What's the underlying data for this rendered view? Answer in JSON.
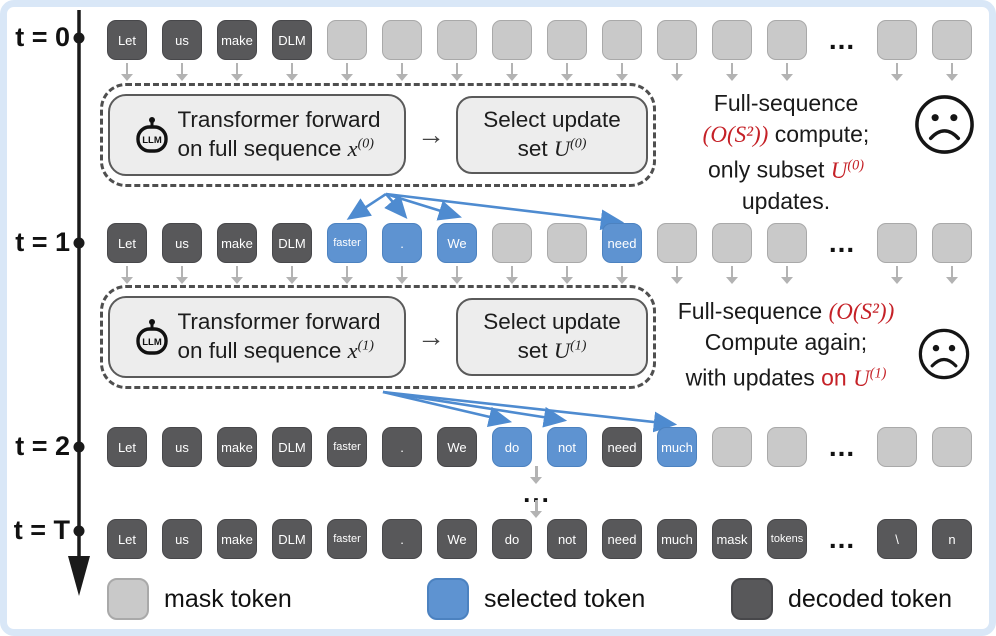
{
  "colors": {
    "decoded_token": "#58585a",
    "mask_token": "#c9c9c9",
    "selected_token": "#5e93d1",
    "accent_red": "#c52127",
    "arrow_blue": "#4e8bd0",
    "frame_blue": "#d9e7f7"
  },
  "timeline": {
    "labels": [
      "t = 0",
      "t = 1",
      "t = 2",
      "t = T"
    ]
  },
  "between_ellipsis": "...",
  "rows": [
    {
      "tokens": [
        {
          "t": "Let",
          "type": "decoded"
        },
        {
          "t": "us",
          "type": "decoded"
        },
        {
          "t": "make",
          "type": "decoded"
        },
        {
          "t": "DLM",
          "type": "decoded"
        },
        {
          "t": "",
          "type": "mask"
        },
        {
          "t": "",
          "type": "mask"
        },
        {
          "t": "",
          "type": "mask"
        },
        {
          "t": "",
          "type": "mask"
        },
        {
          "t": "",
          "type": "mask"
        },
        {
          "t": "",
          "type": "mask"
        },
        {
          "t": "",
          "type": "mask"
        },
        {
          "t": "",
          "type": "mask"
        },
        {
          "t": "",
          "type": "mask"
        },
        {
          "t": "...",
          "type": "ellipsis"
        },
        {
          "t": "",
          "type": "mask"
        },
        {
          "t": "",
          "type": "mask"
        }
      ]
    },
    {
      "tokens": [
        {
          "t": "Let",
          "type": "decoded"
        },
        {
          "t": "us",
          "type": "decoded"
        },
        {
          "t": "make",
          "type": "decoded"
        },
        {
          "t": "DLM",
          "type": "decoded"
        },
        {
          "t": "faster",
          "type": "selected"
        },
        {
          "t": ".",
          "type": "selected"
        },
        {
          "t": "We",
          "type": "selected"
        },
        {
          "t": "",
          "type": "mask"
        },
        {
          "t": "",
          "type": "mask"
        },
        {
          "t": "need",
          "type": "selected"
        },
        {
          "t": "",
          "type": "mask"
        },
        {
          "t": "",
          "type": "mask"
        },
        {
          "t": "",
          "type": "mask"
        },
        {
          "t": "...",
          "type": "ellipsis"
        },
        {
          "t": "",
          "type": "mask"
        },
        {
          "t": "",
          "type": "mask"
        }
      ]
    },
    {
      "tokens": [
        {
          "t": "Let",
          "type": "decoded"
        },
        {
          "t": "us",
          "type": "decoded"
        },
        {
          "t": "make",
          "type": "decoded"
        },
        {
          "t": "DLM",
          "type": "decoded"
        },
        {
          "t": "faster",
          "type": "decoded"
        },
        {
          "t": ".",
          "type": "decoded"
        },
        {
          "t": "We",
          "type": "decoded"
        },
        {
          "t": "do",
          "type": "selected"
        },
        {
          "t": "not",
          "type": "selected"
        },
        {
          "t": "need",
          "type": "decoded"
        },
        {
          "t": "much",
          "type": "selected"
        },
        {
          "t": "",
          "type": "mask"
        },
        {
          "t": "",
          "type": "mask"
        },
        {
          "t": "...",
          "type": "ellipsis"
        },
        {
          "t": "",
          "type": "mask"
        },
        {
          "t": "",
          "type": "mask"
        }
      ]
    },
    {
      "tokens": [
        {
          "t": "Let",
          "type": "decoded"
        },
        {
          "t": "us",
          "type": "decoded"
        },
        {
          "t": "make",
          "type": "decoded"
        },
        {
          "t": "DLM",
          "type": "decoded"
        },
        {
          "t": "faster",
          "type": "decoded"
        },
        {
          "t": ".",
          "type": "decoded"
        },
        {
          "t": "We",
          "type": "decoded"
        },
        {
          "t": "do",
          "type": "decoded"
        },
        {
          "t": "not",
          "type": "decoded"
        },
        {
          "t": "need",
          "type": "decoded"
        },
        {
          "t": "much",
          "type": "decoded"
        },
        {
          "t": "mask",
          "type": "decoded"
        },
        {
          "t": "tokens",
          "type": "decoded"
        },
        {
          "t": "...",
          "type": "ellipsis"
        },
        {
          "t": "\\",
          "type": "decoded"
        },
        {
          "t": "n",
          "type": "decoded"
        }
      ]
    }
  ],
  "boxes": [
    {
      "llm": "LLM",
      "line1": "Transformer forward",
      "line2": "on full sequence ",
      "var": "x",
      "sup": "(0)",
      "arrow": "→",
      "select_line1": "Select update",
      "select_line2": "set ",
      "select_var": "U",
      "select_sup": "(0)"
    },
    {
      "llm": "LLM",
      "line1": "Transformer forward",
      "line2": "on full sequence ",
      "var": "x",
      "sup": "(1)",
      "arrow": "→",
      "select_line1": "Select update",
      "select_line2": "set ",
      "select_var": "U",
      "select_sup": "(1)"
    }
  ],
  "notes": [
    {
      "lines": [
        [
          {
            "t": "Full-sequence"
          }
        ],
        [
          {
            "t": "(O(S²))",
            "red": true,
            "math": true
          },
          {
            "t": " compute;"
          }
        ],
        [
          {
            "t": "only subset "
          },
          {
            "t": "U",
            "red": true,
            "math": true,
            "sup": "(0)"
          },
          {
            "t": " updates."
          }
        ]
      ]
    },
    {
      "lines": [
        [
          {
            "t": "Full-sequence "
          },
          {
            "t": "(O(S²))",
            "red": true,
            "math": true
          }
        ],
        [
          {
            "t": "Compute again;"
          }
        ],
        [
          {
            "t": "with updates "
          },
          {
            "t": "on ",
            "red": true
          },
          {
            "t": "U",
            "red": true,
            "math": true,
            "sup": "(1)"
          }
        ]
      ]
    }
  ],
  "legend": {
    "items": [
      {
        "type": "mask",
        "label": "mask token"
      },
      {
        "type": "selected",
        "label": "selected token"
      },
      {
        "type": "decoded",
        "label": "decoded token"
      }
    ]
  }
}
